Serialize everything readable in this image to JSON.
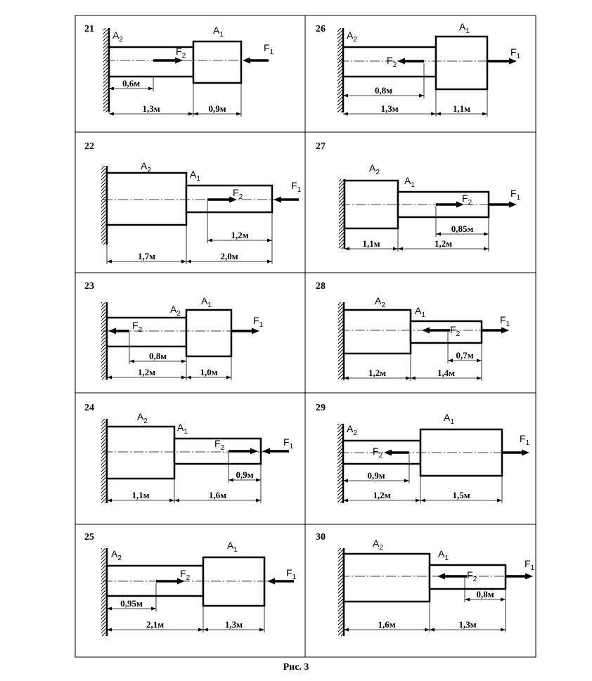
{
  "figure": {
    "caption": "Рис. 3"
  },
  "panels": [
    {
      "number": "21",
      "labels": [
        "A2",
        "A1",
        "F2",
        "F1"
      ],
      "dims": [
        "0,6м",
        "1,3м",
        "0,9м"
      ]
    },
    {
      "number": "26",
      "labels": [
        "A2",
        "A1",
        "F2",
        "F1"
      ],
      "dims": [
        "0,8м",
        "1,3м",
        "1,1м"
      ]
    },
    {
      "number": "22",
      "labels": [
        "A2",
        "A1",
        "F2",
        "F1"
      ],
      "dims": [
        "1,2м",
        "1,7м",
        "2,0м"
      ]
    },
    {
      "number": "27",
      "labels": [
        "A2",
        "A1",
        "F2",
        "F1"
      ],
      "dims": [
        "0,85м",
        "1,1м",
        "1,2м"
      ]
    },
    {
      "number": "23",
      "labels": [
        "A2",
        "A1",
        "F2",
        "F1"
      ],
      "dims": [
        "0,8м",
        "1,2м",
        "1,0м"
      ]
    },
    {
      "number": "28",
      "labels": [
        "A2",
        "A1",
        "F2",
        "F1"
      ],
      "dims": [
        "1,2м",
        "1,4м",
        "0,7м"
      ]
    },
    {
      "number": "24",
      "labels": [
        "A2",
        "A1",
        "F2",
        "F1"
      ],
      "dims": [
        "0,9м",
        "1,1м",
        "1,6м"
      ]
    },
    {
      "number": "29",
      "labels": [
        "A2",
        "A1",
        "F2",
        "F1"
      ],
      "dims": [
        "0,9м",
        "1,2м",
        "1,5м"
      ]
    },
    {
      "number": "25",
      "labels": [
        "A2",
        "A1",
        "F2",
        "F1"
      ],
      "dims": [
        "0,95м",
        "2,1м",
        "1,3м"
      ]
    },
    {
      "number": "30",
      "labels": [
        "A2",
        "A1",
        "F2",
        "F1"
      ],
      "dims": [
        "0,8м",
        "1,6м",
        "1,3м"
      ]
    }
  ]
}
